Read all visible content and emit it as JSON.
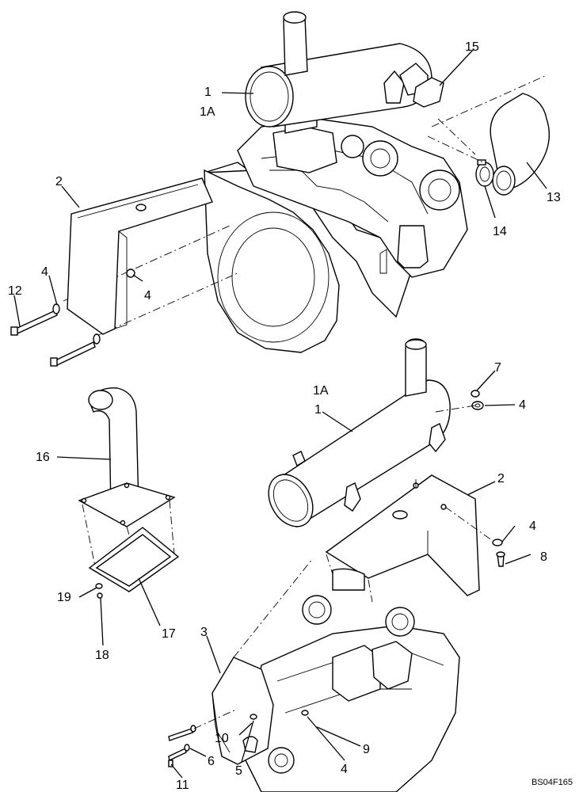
{
  "callouts": {
    "c1_top": "1",
    "c1a_top": "1A",
    "c15": "15",
    "c2_top": "2",
    "c13": "13",
    "c14": "14",
    "c4_a": "4",
    "c12": "12",
    "c4_b": "4",
    "c7": "7",
    "c1a_mid": "1A",
    "c4_c": "4",
    "c1_mid": "1",
    "c16": "16",
    "c2_mid": "2",
    "c4_d": "4",
    "c8": "8",
    "c19": "19",
    "c17": "17",
    "c18": "18",
    "c3": "3",
    "c10": "10",
    "c9": "9",
    "c6": "6",
    "c5": "5",
    "c4_e": "4",
    "c11": "11"
  },
  "figure_code": "BS04F165"
}
